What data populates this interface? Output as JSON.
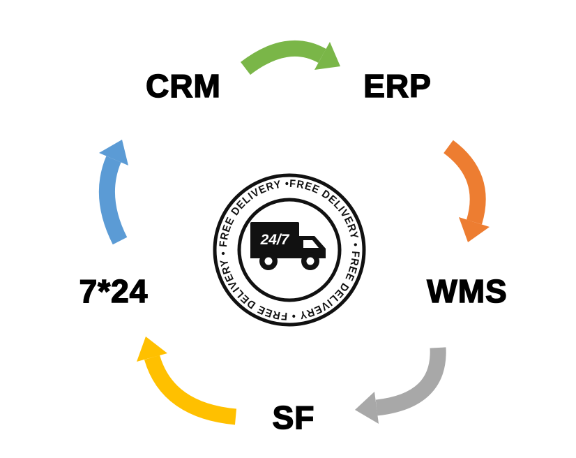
{
  "diagram": {
    "nodes": [
      {
        "label": "CRM"
      },
      {
        "label": "ERP"
      },
      {
        "label": "WMS"
      },
      {
        "label": "SF"
      },
      {
        "label": "7*24"
      }
    ],
    "arrows": [
      {
        "name": "crm-to-erp",
        "color": "#7ab648"
      },
      {
        "name": "erp-to-wms",
        "color": "#ed7d31"
      },
      {
        "name": "wms-to-sf",
        "color": "#a8a8a8"
      },
      {
        "name": "sf-to-724",
        "color": "#ffc000"
      },
      {
        "name": "724-to-crm",
        "color": "#5b9bd5"
      }
    ],
    "badge": {
      "ring_text": "FREE DELIVERY • FREE DELIVERY • FREE DELIVERY • FREE DELIVERY • ",
      "truck_label": "24/7"
    },
    "label_color": "#000000"
  }
}
